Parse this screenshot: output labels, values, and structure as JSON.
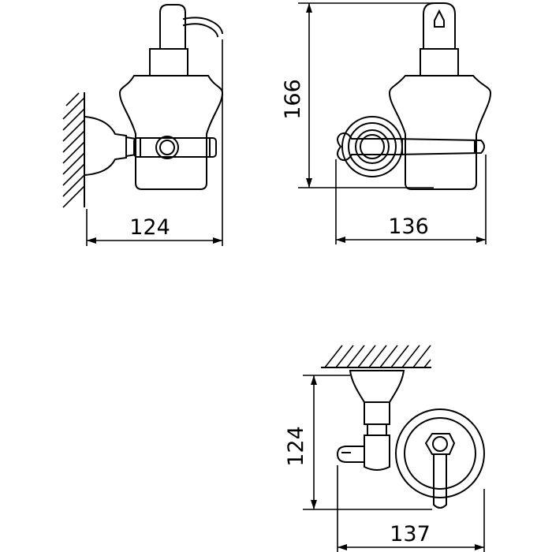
{
  "dimensions": {
    "side_width": "124",
    "side_height": "166",
    "front_width": "136",
    "holder_height": "124",
    "holder_width": "137"
  },
  "colors": {
    "ink": "#000000",
    "paper": "#ffffff"
  }
}
